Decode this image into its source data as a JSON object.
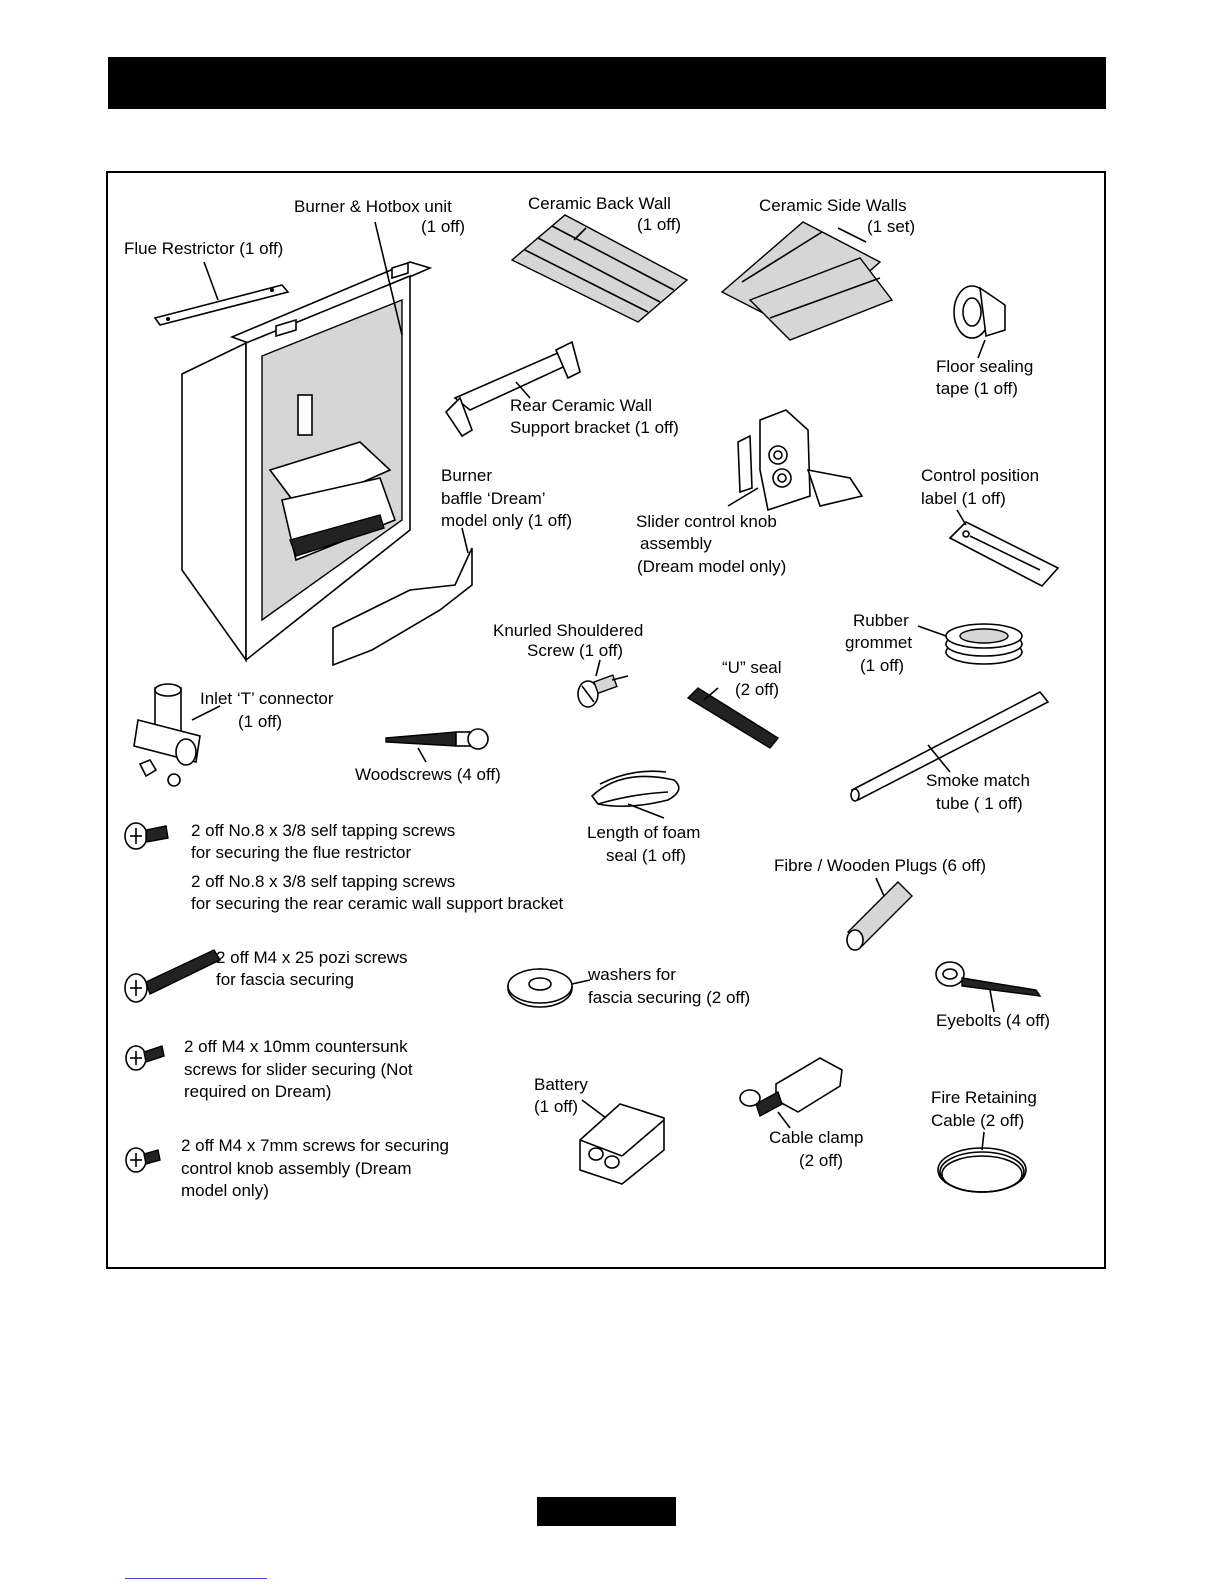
{
  "header": {
    "title": ""
  },
  "parts": {
    "burner_hotbox": {
      "name": "Burner & Hotbox unit",
      "qty": "(1 off)"
    },
    "flue_restrictor": {
      "name": "Flue Restrictor (1 off)"
    },
    "ceramic_back_wall": {
      "name": "Ceramic Back Wall",
      "qty": "(1 off)"
    },
    "ceramic_side_walls": {
      "name": "Ceramic Side Walls",
      "qty": "(1 set)"
    },
    "floor_sealing_tape": {
      "name": "Floor sealing",
      "qty": "tape (1 off)"
    },
    "rear_wall_bracket": {
      "name": "Rear Ceramic Wall",
      "qty": "Support bracket (1 off)"
    },
    "burner_baffle": {
      "line1": "Burner",
      "line2": "baffle ‘Dream’",
      "line3": "model only (1 off)"
    },
    "slider_knob": {
      "line1": "Slider control knob",
      "line2": "assembly",
      "line3": "(Dream model only)"
    },
    "control_label": {
      "line1": "Control position",
      "line2": "label (1 off)"
    },
    "knurled_screw": {
      "line1": "Knurled Shouldered",
      "line2": "Screw (1 off)"
    },
    "rubber_grommet": {
      "line1": "Rubber",
      "line2": "grommet",
      "line3": "(1 off)"
    },
    "u_seal": {
      "line1": "“U” seal",
      "line2": "(2 off)"
    },
    "inlet_t": {
      "line1": "Inlet ‘T’ connector",
      "line2": "(1 off)"
    },
    "woodscrews": {
      "name": "Woodscrews (4 off)"
    },
    "smoke_tube": {
      "line1": "Smoke match",
      "line2": "tube ( 1 off)"
    },
    "foam_seal": {
      "line1": "Length of foam",
      "line2": "seal (1 off)"
    },
    "self_tap_1": {
      "line1": "2 off No.8 x 3/8 self tapping screws",
      "line2": "for securing the flue restrictor"
    },
    "self_tap_2": {
      "line1": "2 off No.8 x 3/8 self tapping screws",
      "line2": "for securing the rear ceramic wall support bracket"
    },
    "plugs": {
      "name": "Fibre / Wooden Plugs (6 off)"
    },
    "pozi_screws": {
      "line1": "2 off M4 x 25 pozi screws",
      "line2": "for fascia securing"
    },
    "washers": {
      "line1": "washers for",
      "line2": "fascia securing (2 off)"
    },
    "eyebolts": {
      "name": "Eyebolts (4 off)"
    },
    "countersunk": {
      "line1": "2 off M4 x 10mm countersunk",
      "line2": "screws for slider securing (Not",
      "line3": "required on Dream)"
    },
    "battery": {
      "line1": "Battery",
      "line2": "(1 off)"
    },
    "cable_clamp": {
      "line1": "Cable clamp",
      "line2": "(2 off)"
    },
    "retaining_cable": {
      "line1": "Fire Retaining",
      "line2": "Cable (2 off)"
    },
    "m4_7mm": {
      "line1": "2 off M4 x 7mm screws for securing",
      "line2": "control knob assembly (Dream",
      "line3": "model only)"
    }
  }
}
